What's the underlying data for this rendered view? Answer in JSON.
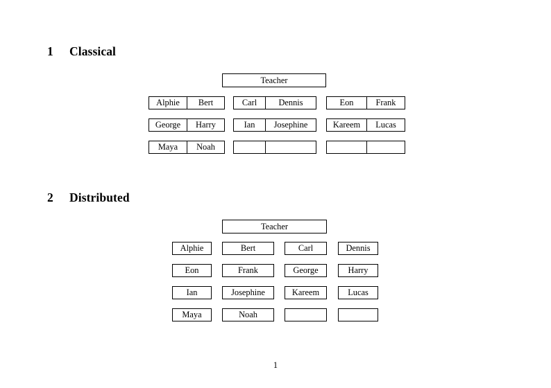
{
  "document": {
    "page_number": "1"
  },
  "sections": [
    {
      "number": "1",
      "title": "Classical",
      "teacher_label": "Teacher",
      "groups": [
        {
          "rows": [
            [
              "Alphie",
              "Bert"
            ],
            [
              "George",
              "Harry"
            ],
            [
              "Maya",
              "Noah"
            ]
          ]
        },
        {
          "rows": [
            [
              "Carl",
              "Dennis"
            ],
            [
              "Ian",
              "Josephine"
            ],
            [
              "",
              ""
            ]
          ]
        },
        {
          "rows": [
            [
              "Eon",
              "Frank"
            ],
            [
              "Kareem",
              "Lucas"
            ],
            [
              "",
              ""
            ]
          ]
        }
      ]
    },
    {
      "number": "2",
      "title": "Distributed",
      "teacher_label": "Teacher",
      "rows": [
        [
          "Alphie",
          "Bert",
          "Carl",
          "Dennis"
        ],
        [
          "Eon",
          "Frank",
          "George",
          "Harry"
        ],
        [
          "Ian",
          "Josephine",
          "Kareem",
          "Lucas"
        ],
        [
          "Maya",
          "Noah",
          "",
          ""
        ]
      ]
    }
  ]
}
